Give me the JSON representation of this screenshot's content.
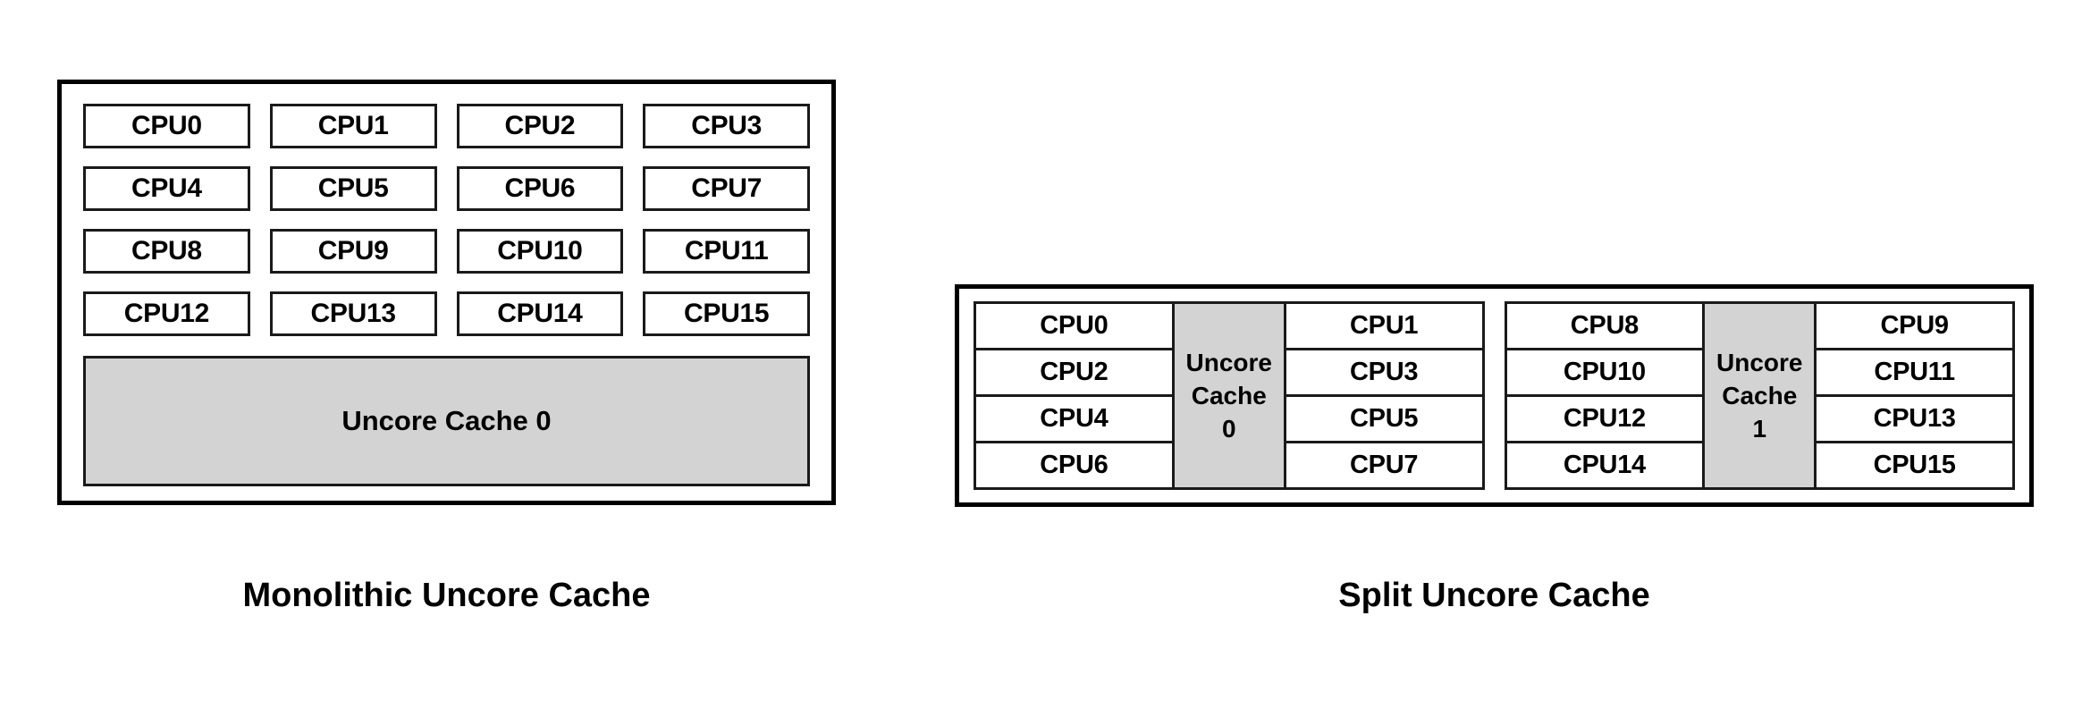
{
  "diagram": {
    "title_left": "Monolithic Uncore Cache",
    "title_right": "Split Uncore Cache",
    "colors": {
      "cache_fill": "#d3d3d3",
      "cpu_fill": "#ffffff",
      "border": "#000000",
      "text": "#000000",
      "background": "#ffffff"
    }
  },
  "monolithic": {
    "caption": "Monolithic Uncore Cache",
    "cpus": [
      "CPU0",
      "CPU1",
      "CPU2",
      "CPU3",
      "CPU4",
      "CPU5",
      "CPU6",
      "CPU7",
      "CPU8",
      "CPU9",
      "CPU10",
      "CPU11",
      "CPU12",
      "CPU13",
      "CPU14",
      "CPU15"
    ],
    "uncore_cache_label": "Uncore Cache 0"
  },
  "split": {
    "caption": "Split Uncore Cache",
    "groups": [
      {
        "left_column": [
          "CPU0",
          "CPU2",
          "CPU4",
          "CPU6"
        ],
        "cache_lines": [
          "Uncore",
          "Cache",
          "0"
        ],
        "right_column": [
          "CPU1",
          "CPU3",
          "CPU5",
          "CPU7"
        ]
      },
      {
        "left_column": [
          "CPU8",
          "CPU10",
          "CPU12",
          "CPU14"
        ],
        "cache_lines": [
          "Uncore",
          "Cache",
          "1"
        ],
        "right_column": [
          "CPU9",
          "CPU11",
          "CPU13",
          "CPU15"
        ]
      }
    ]
  }
}
